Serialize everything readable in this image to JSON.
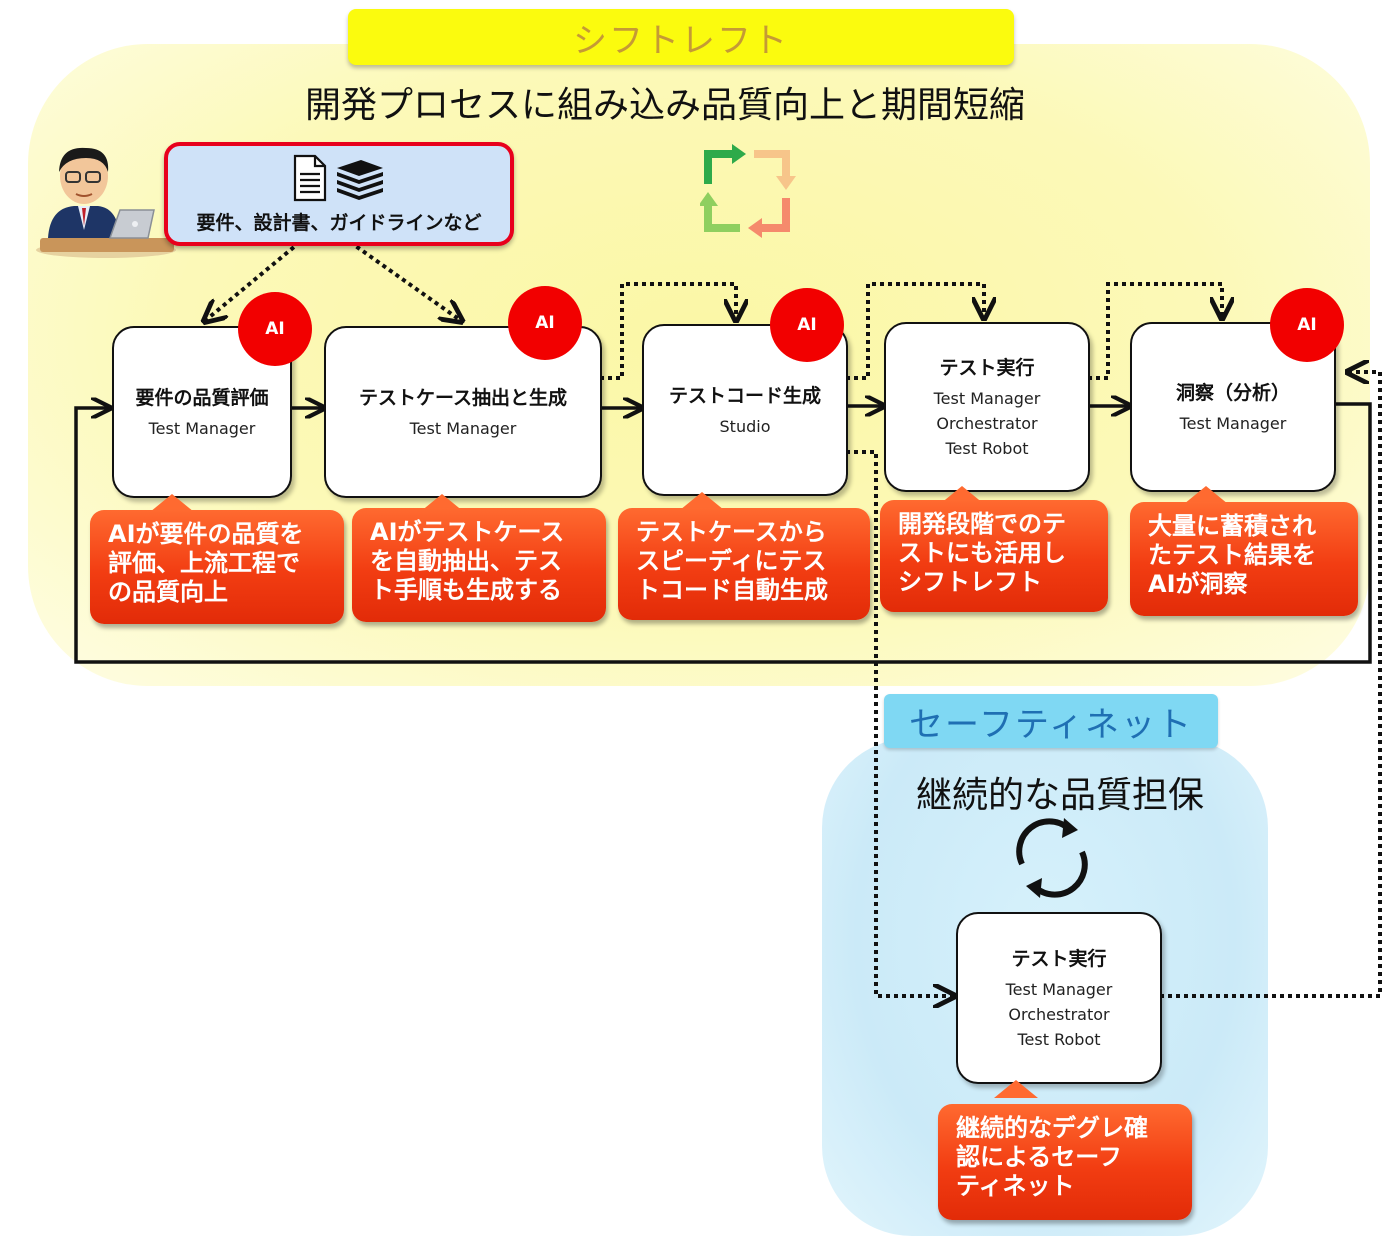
{
  "shift_left": {
    "banner": "シフトレフト",
    "heading": "開発プロセスに組み込み品質向上と期間短縮"
  },
  "requirements_box": {
    "label": "要件、設計書、ガイドラインなど",
    "icons": [
      "document-icon",
      "books-icon"
    ]
  },
  "ai_badge": "AI",
  "nodes": [
    {
      "title": "要件の品質評価",
      "lines": [
        "Test Manager"
      ]
    },
    {
      "title": "テストケース抽出と生成",
      "lines": [
        "Test Manager"
      ]
    },
    {
      "title": "テストコード生成",
      "lines": [
        "Studio"
      ]
    },
    {
      "title": "テスト実行",
      "lines": [
        "Test Manager",
        "Orchestrator",
        "Test Robot"
      ]
    },
    {
      "title": "洞察（分析）",
      "lines": [
        "Test Manager"
      ]
    }
  ],
  "callouts": [
    [
      "AIが要件の品質を",
      "評価、上流工程で",
      "の品質向上"
    ],
    [
      "AIがテストケース",
      "を自動抽出、テス",
      "ト手順も生成する"
    ],
    [
      "テストケースから",
      "スピーディにテス",
      "トコード自動生成"
    ],
    [
      "開発段階でのテ",
      "ストにも活用し",
      "シフトレフト"
    ],
    [
      "大量に蓄積され",
      "たテスト結果を",
      "AIが洞察"
    ]
  ],
  "safety_net": {
    "banner": "セーフティネット",
    "heading": "継続的な品質担保",
    "node": {
      "title": "テスト実行",
      "lines": [
        "Test Manager",
        "Orchestrator",
        "Test Robot"
      ]
    },
    "callout": [
      "継続的なデグレ確",
      "認によるセーフ",
      "ティネット"
    ]
  },
  "colors": {
    "ai_badge": "#f20000",
    "callout": "#f23d12",
    "requirements_border": "#e8001c",
    "shift_banner": "#fbfb0e",
    "safety_banner": "#7fd8f3"
  }
}
